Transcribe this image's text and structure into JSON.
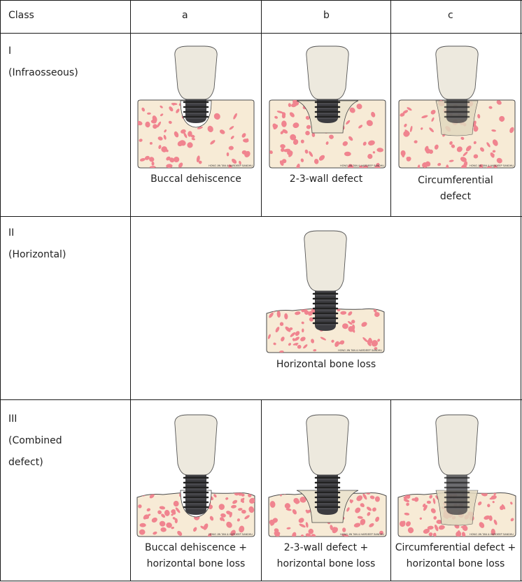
{
  "header": {
    "class_label": "Class",
    "col_a": "a",
    "col_b": "b",
    "col_c": "c"
  },
  "rows": [
    {
      "numeral": "I",
      "name": "(Infraosseous)"
    },
    {
      "numeral": "II",
      "name": "(Horizontal)"
    },
    {
      "numeral": "III",
      "name_line1": "(Combined",
      "name_line2": "defect)"
    }
  ],
  "figures": {
    "r1a": {
      "caption": [
        "Buccal dehiscence"
      ]
    },
    "r1b": {
      "caption": [
        "2-3-wall defect"
      ]
    },
    "r1c": {
      "caption": [
        "Circumferential",
        "defect"
      ]
    },
    "r2": {
      "caption": [
        "Horizontal bone loss"
      ]
    },
    "r3a": {
      "caption": [
        "Buccal dehiscence +",
        "horizontal bone loss"
      ]
    },
    "r3b": {
      "caption": [
        "2-3-wall defect +",
        "horizontal bone loss"
      ]
    },
    "r3c": {
      "caption": [
        "Circumferential defect +",
        "horizontal bone loss"
      ]
    }
  },
  "credit": "HONG JIN TAN & HARDEEP SANDHU",
  "colors": {
    "bone": "#f7ebd6",
    "speck": "#f0848f",
    "implant": "#3c3c40",
    "crown": "#ede9de",
    "gridline": "#1a1a1a"
  }
}
